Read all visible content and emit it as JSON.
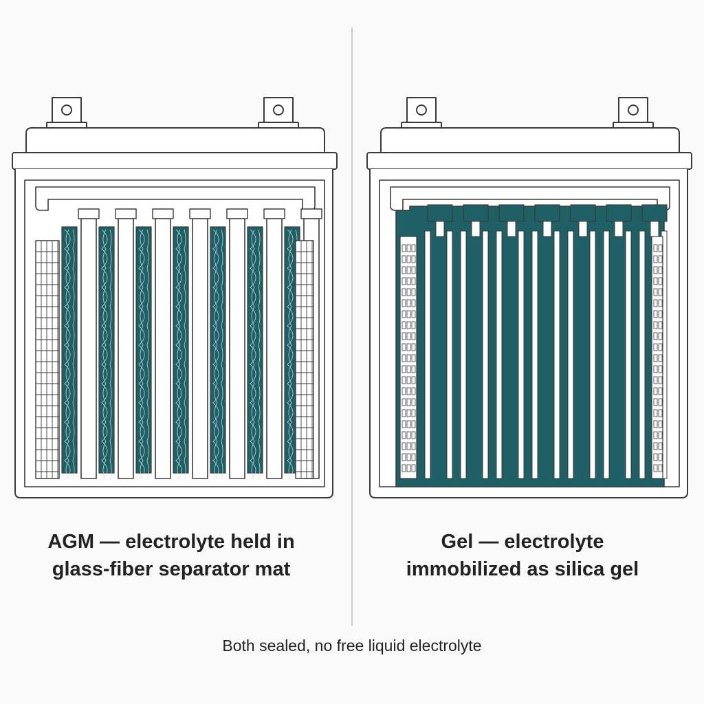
{
  "panels": [
    {
      "id": "agm",
      "caption_line1": "AGM — electrolyte held in",
      "caption_line2": "glass-fiber separator mat"
    },
    {
      "id": "gel",
      "caption_line1": "Gel — electrolyte",
      "caption_line2": "immobilized as silica gel"
    }
  ],
  "footer_note": "Both sealed, no free liquid electrolyte",
  "colors": {
    "electrolyte_teal": "#1f5f66",
    "outline": "#3a3a3a",
    "plate_fill": "#ffffff",
    "background": "#fafafa",
    "divider": "#bdbdbd"
  }
}
